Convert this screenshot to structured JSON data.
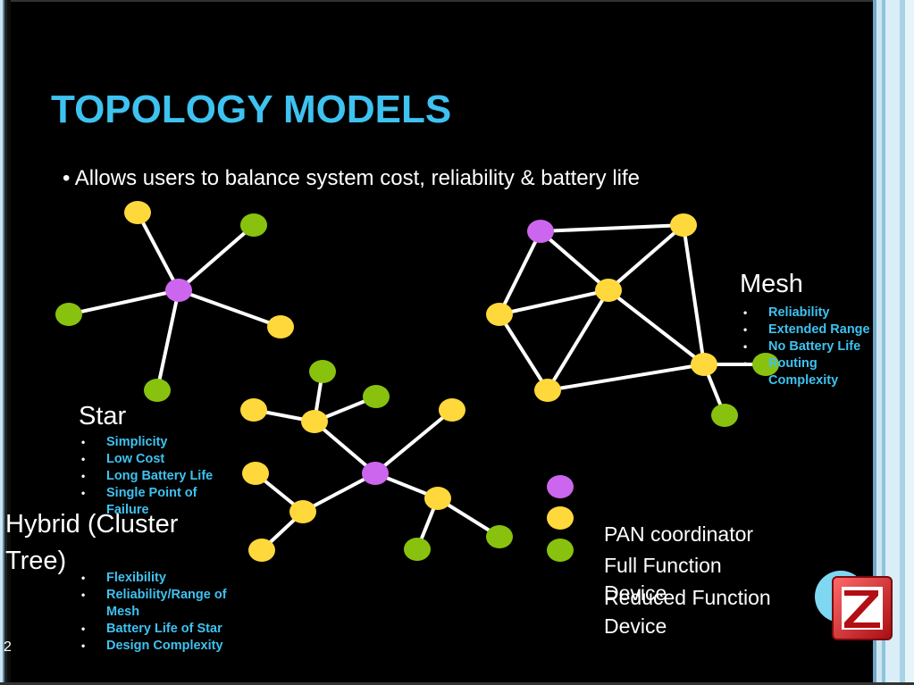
{
  "slide": {
    "title": "TOPOLOGY MODELS",
    "bullet": "•   Allows users to balance system cost, reliability & battery life",
    "page_number": "2"
  },
  "mesh": {
    "heading": "Mesh",
    "items": [
      "Reliability",
      "Extended Range",
      "No Battery Life",
      "Routing Complexity"
    ]
  },
  "star": {
    "heading": "Star",
    "items": [
      "Simplicity",
      "Low Cost",
      "Long Battery Life",
      "Single Point of Failure"
    ]
  },
  "hybrid": {
    "heading_line1": "Hybrid (Cluster",
    "heading_line2": "Tree)",
    "items": [
      "Flexibility",
      "Reliability/Range of Mesh",
      "Battery Life of Star",
      "Design Complexity"
    ]
  },
  "legend": {
    "pan_coordinator": "PAN coordinator",
    "full_function_line1": "Full Function",
    "full_function_line2": "Device",
    "reduced_function_line1": "Reduced Function",
    "reduced_function_line2": "Device"
  },
  "colors": {
    "pan": "#cc66ee",
    "ffd": "#ffd83c",
    "rfd": "#88c20e",
    "title": "#3ec2f0",
    "link": "#ffffff"
  },
  "logo": {
    "name": "zigbee-logo-icon"
  }
}
